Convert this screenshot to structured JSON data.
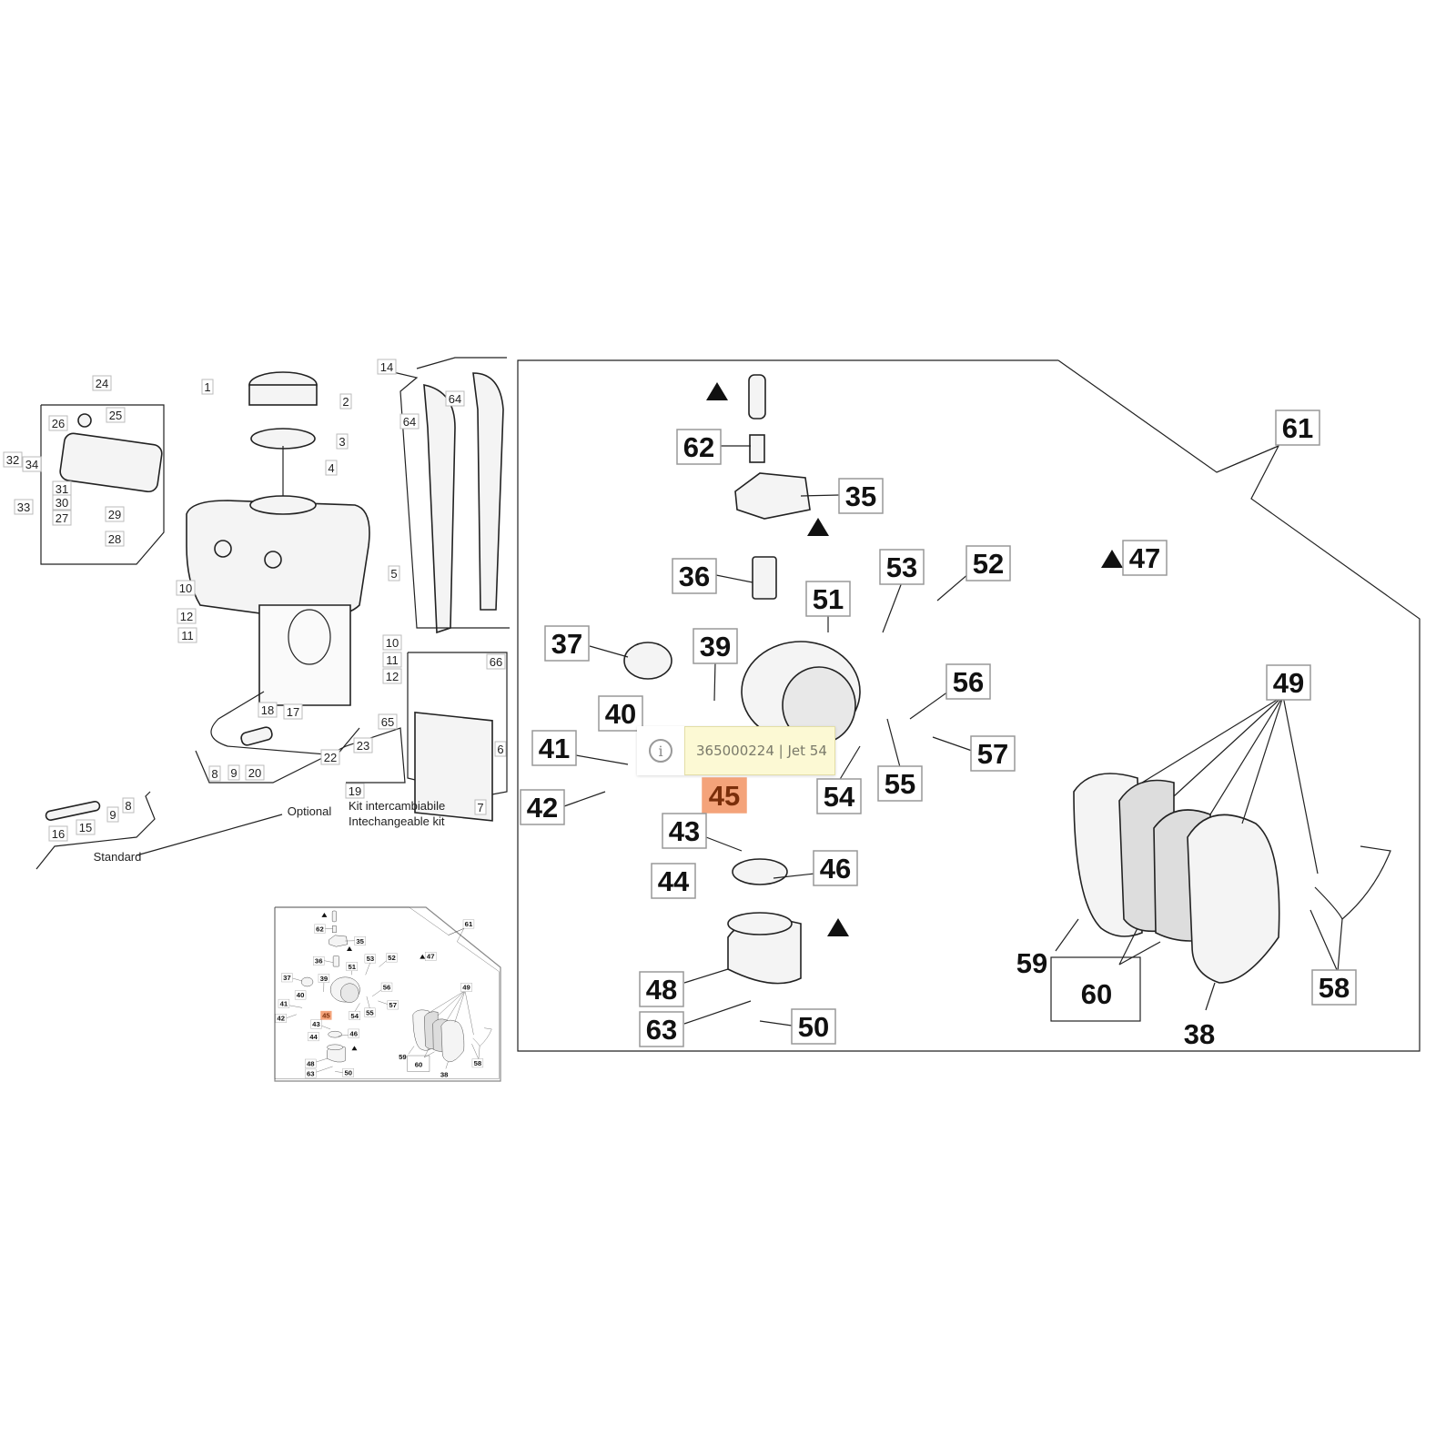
{
  "tooltip": {
    "text": "365000224 | Jet 54",
    "icon": "info-icon"
  },
  "highlight": {
    "part": "45",
    "color": "#f4a37a"
  },
  "left_labels": [
    "24",
    "25",
    "26",
    "32",
    "34",
    "31",
    "30",
    "27",
    "29",
    "28",
    "33",
    "1",
    "2",
    "3",
    "4",
    "5",
    "10",
    "12",
    "11",
    "10",
    "11",
    "12",
    "18",
    "17",
    "65",
    "22",
    "23",
    "8",
    "9",
    "20",
    "19",
    "14",
    "64",
    "64",
    "66",
    "6",
    "7",
    "8",
    "9",
    "15",
    "16"
  ],
  "left_text": {
    "optional": "Optional",
    "kit_it": "Kit intercambiabile",
    "kit_en": "Intechangeable kit",
    "standard": "Standard"
  },
  "right_labels": [
    "62",
    "35",
    "36",
    "51",
    "53",
    "52",
    "47",
    "61",
    "37",
    "39",
    "40",
    "56",
    "49",
    "41",
    "57",
    "42",
    "45",
    "54",
    "55",
    "43",
    "46",
    "44",
    "48",
    "59",
    "60",
    "58",
    "63",
    "50",
    "38"
  ]
}
